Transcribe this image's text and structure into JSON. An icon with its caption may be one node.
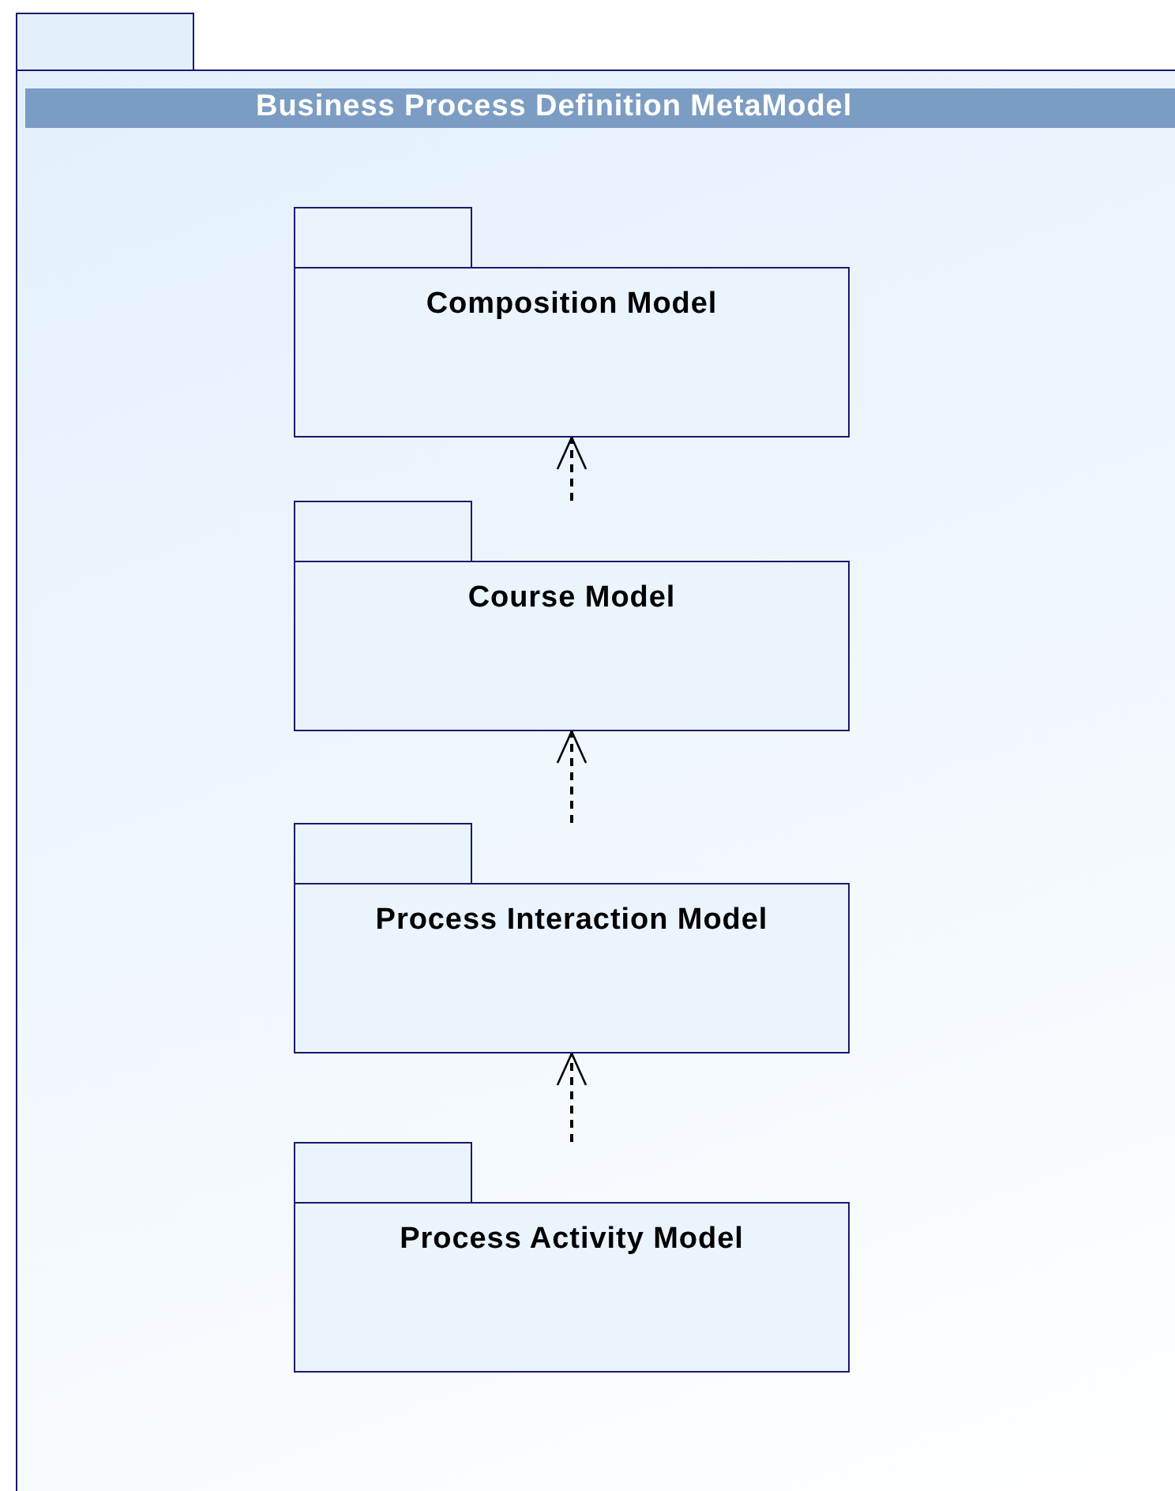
{
  "diagram": {
    "nodes": [
      {
        "text": [
          "Business Process Definition MetaModel"
        ]
      },
      {
        "text": [
          "Composition Model"
        ],
        "in": 0
      },
      {
        "text": [
          "Course Model"
        ],
        "in": 0
      },
      {
        "text": [
          "Process Interaction Model"
        ],
        "in": 0
      },
      {
        "text": [
          "Process Activity Model"
        ],
        "in": 0
      }
    ],
    "edges": [
      {
        "from": 2,
        "to": 1,
        "arrow": "to",
        "style": "dashed"
      },
      {
        "from": 3,
        "to": 2,
        "arrow": "to",
        "style": "dashed"
      },
      {
        "from": 4,
        "to": 3,
        "arrow": "to",
        "style": "dashed"
      }
    ]
  }
}
